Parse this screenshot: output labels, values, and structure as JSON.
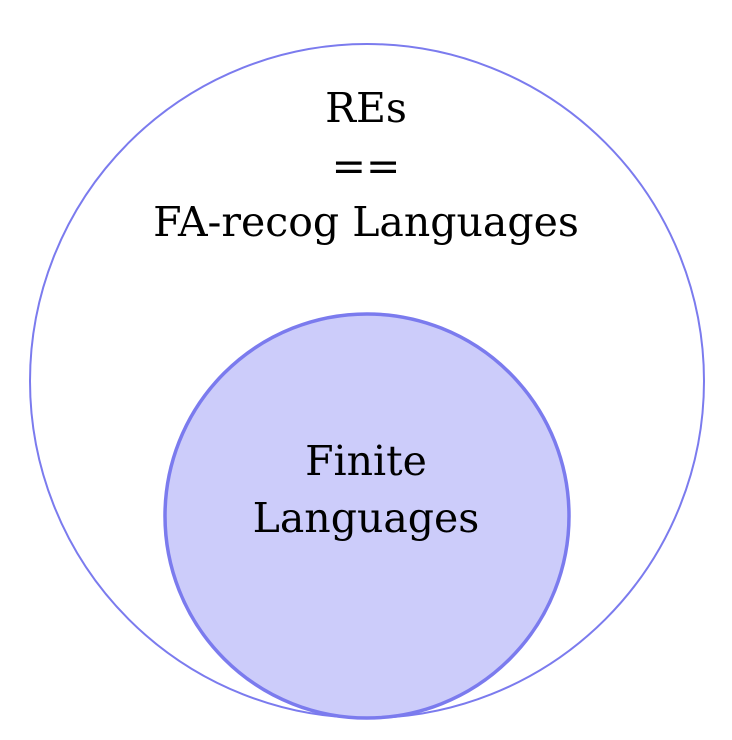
{
  "diagram": {
    "outer_set": {
      "lines": [
        "REs",
        "==",
        "FA-recog Languages"
      ],
      "stroke_color": "#7b7bee",
      "fill_color": "#ffffff"
    },
    "inner_set": {
      "lines": [
        "Finite",
        "Languages"
      ],
      "stroke_color": "#7b7bee",
      "fill_color": "#ccccfa"
    }
  }
}
